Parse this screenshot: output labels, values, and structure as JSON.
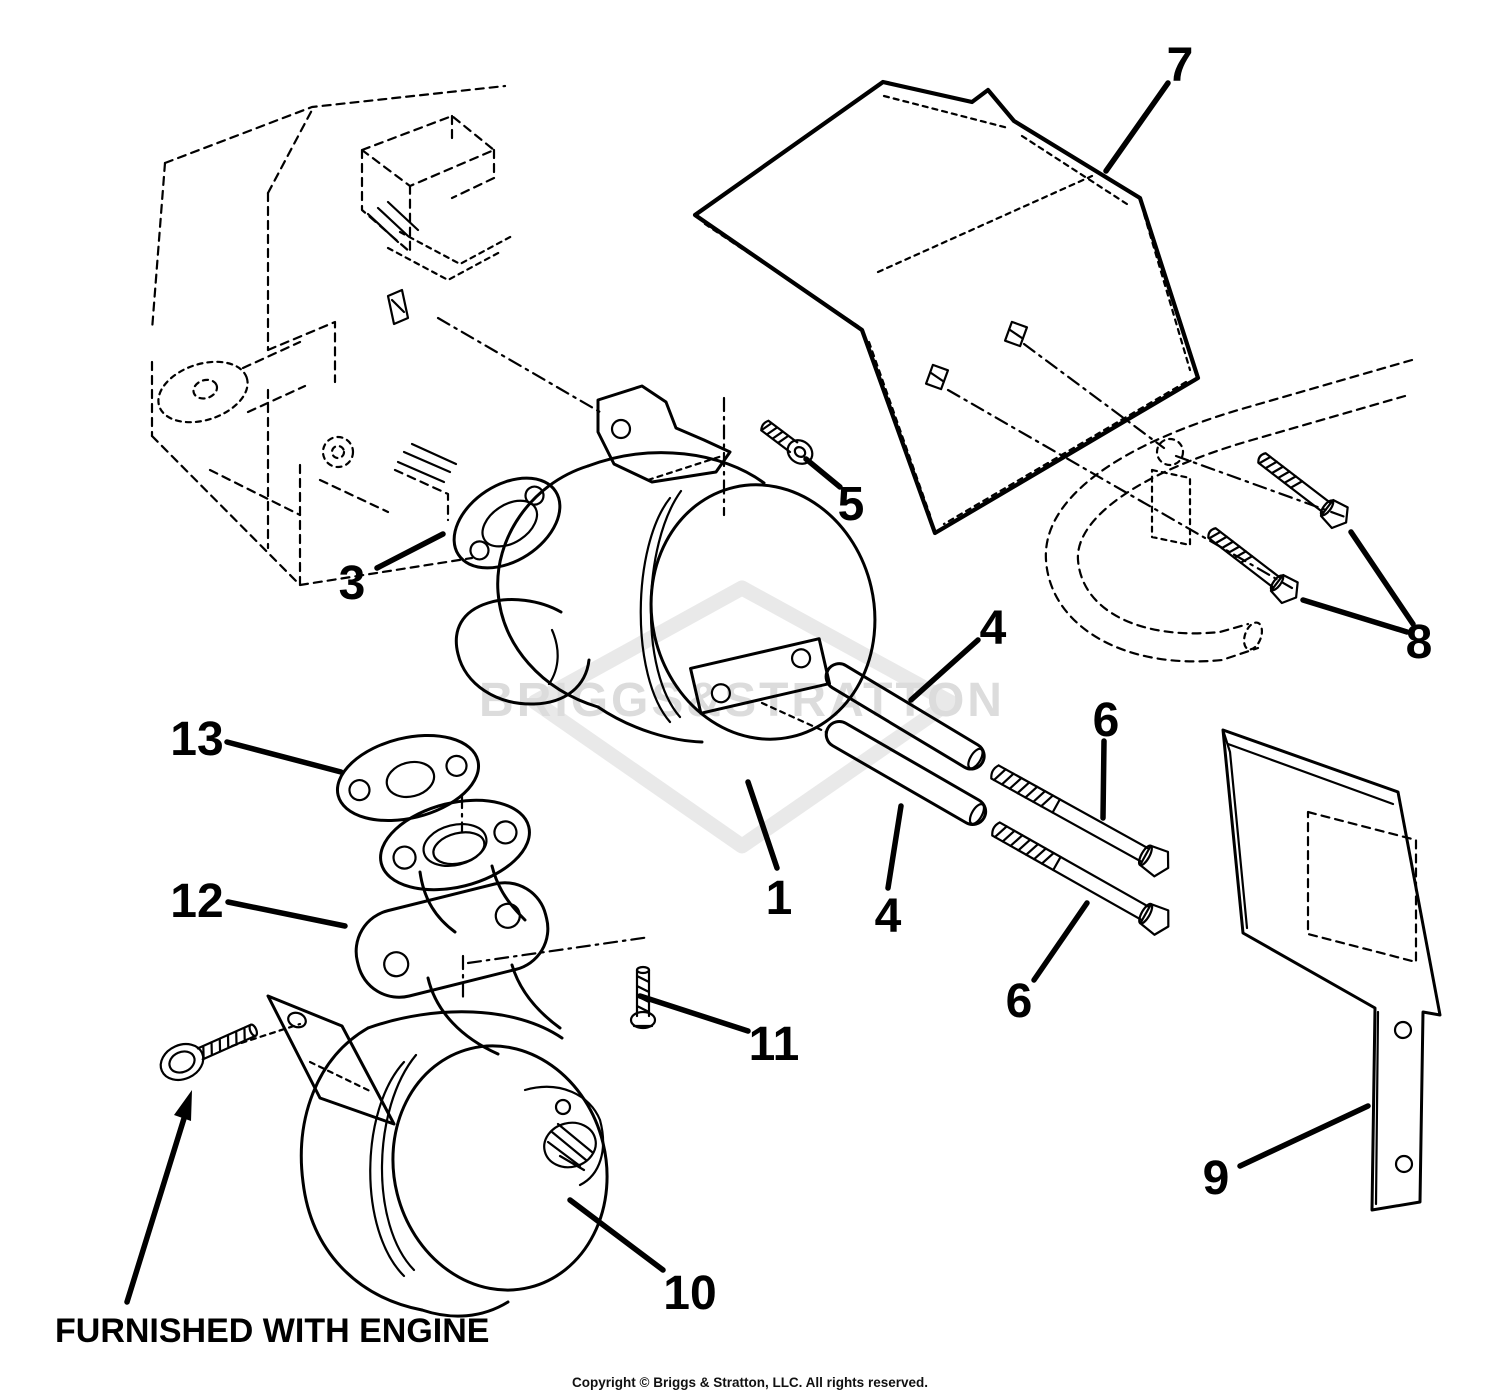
{
  "watermark": {
    "text": "BRIGGS&STRATTON"
  },
  "note": {
    "text": "FURNISHED WITH ENGINE"
  },
  "footer": {
    "text": "Copyright © Briggs & Stratton, LLC. All rights reserved."
  },
  "colors": {
    "ink": "#000000",
    "watermark": "#e6e6e6",
    "background": "#ffffff"
  },
  "callouts": [
    {
      "label": "1"
    },
    {
      "label": "3"
    },
    {
      "label": "4"
    },
    {
      "label": "4"
    },
    {
      "label": "5"
    },
    {
      "label": "6"
    },
    {
      "label": "6"
    },
    {
      "label": "7"
    },
    {
      "label": "8"
    },
    {
      "label": "9"
    },
    {
      "label": "10"
    },
    {
      "label": "11"
    },
    {
      "label": "12"
    },
    {
      "label": "13"
    }
  ]
}
